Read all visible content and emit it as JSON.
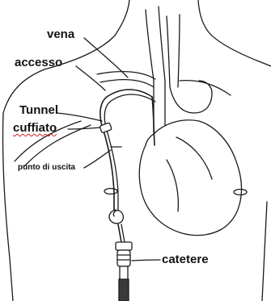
{
  "labels": {
    "vena": "vena",
    "accesso": "accesso",
    "tunnel": "Tunnel",
    "cuffiato": "cuffiato",
    "punto_uscita": "punto di uscita",
    "catetere": "catetere"
  },
  "colors": {
    "line": "#1a1a1a",
    "heart_fill": "#ffffff",
    "spellcheck_underline": "#d62020",
    "connector_dark": "#3a3a3a"
  }
}
